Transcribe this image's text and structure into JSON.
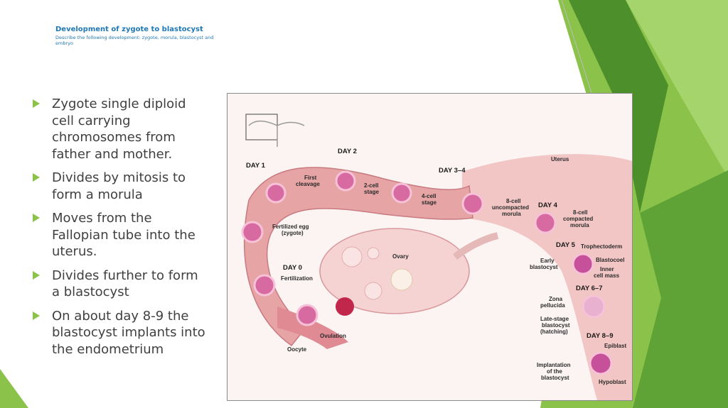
{
  "slide": {
    "title": "Development of zygote to blastocyst",
    "subtitle": "Describe the following development: zygote, morula, blastocyst and embryo"
  },
  "bullets": [
    "Zygote single diploid cell carrying chromosomes from father and mother.",
    "Divides by mitosis to form a morula",
    "Moves from the Fallopian tube into the uterus.",
    "Divides further to form a blastocyst",
    "On about day 8-9 the blastocyst implants into the endometrium"
  ],
  "colors": {
    "title": "#1f78b4",
    "bullet_text": "#404040",
    "bullet_marker": "#8bc34a",
    "green_light": "#8bc34a",
    "green_dark": "#4c8f2b"
  },
  "figure": {
    "days": {
      "day1": "DAY 1",
      "day2": "DAY 2",
      "day34": "DAY 3–4",
      "day4": "DAY 4",
      "day5": "DAY 5",
      "day67": "DAY 6–7",
      "day89": "DAY 8–9",
      "day0": "DAY 0"
    },
    "labels": {
      "uterus": "Uterus",
      "first_cleavage": [
        "First",
        "cleavage"
      ],
      "two_cell": [
        "2-cell",
        "stage"
      ],
      "four_cell": [
        "4-cell",
        "stage"
      ],
      "eight_uncompacted": [
        "8-cell",
        "uncompacted",
        "morula"
      ],
      "eight_compacted": [
        "8-cell",
        "compacted",
        "morula"
      ],
      "fertilized_egg": [
        "Fertilized egg",
        "(zygote)"
      ],
      "ovary": "Ovary",
      "trophectoderm": "Trophectoderm",
      "blastocoel": "Blastocoel",
      "inner_cell_mass": [
        "Inner",
        "cell mass"
      ],
      "early_blastocyst": [
        "Early",
        "blastocyst"
      ],
      "fertilization": "Fertilization",
      "zona_pellucida": [
        "Zona",
        "pellucida"
      ],
      "late_stage_blastocyst": [
        "Late-stage",
        "blastocyst",
        "(hatching)"
      ],
      "ovulation": "Ovulation",
      "oocyte": "Oocyte",
      "epiblast": "Epiblast",
      "implantation": [
        "Implantation",
        "of the",
        "blastocyst"
      ],
      "hypoblast": "Hypoblast"
    }
  }
}
